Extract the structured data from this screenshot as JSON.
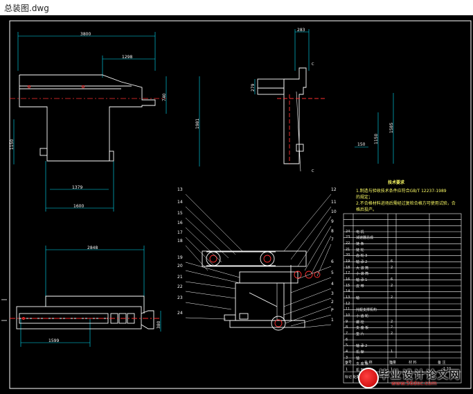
{
  "window": {
    "title": "总装图.dwg"
  },
  "dimensions": {
    "top_view_width": "3800",
    "top_view_inner": "1298",
    "top_view_h1": "740",
    "top_view_h2": "1981",
    "top_view_h3": "1150",
    "top_view_base1": "1379",
    "top_view_base2": "1600",
    "side_view_w": "283",
    "side_view_h1": "279",
    "side_view_h2": "1150",
    "side_view_h3": "1585",
    "side_view_small": "150",
    "bottom_view_w": "2848",
    "bottom_view_base": "1599",
    "bottom_view_h": "380"
  },
  "section_marks": [
    "C",
    "C"
  ],
  "tech_req": {
    "title": "技术要求",
    "line1": "1.制造与验收技术条件应符合GB/T 12237-1989",
    "line1b": "的规定；",
    "line2": "2.不合格材料进场后需经过复检合格方可使用试验，合",
    "line2b": "格后投产。"
  },
  "callouts_left": [
    "13",
    "14",
    "15",
    "16",
    "17",
    "18",
    "19",
    "20",
    "21",
    "22",
    "23",
    "24"
  ],
  "callouts_right": [
    "12",
    "11",
    "10",
    "9",
    "8",
    "7",
    "6",
    "5",
    "4",
    "3",
    "2",
    "P",
    "1"
  ],
  "parts_rows": [
    {
      "no": "24",
      "name": "电  机",
      "qty": ""
    },
    {
      "no": "23",
      "name": "减速器总成",
      "qty": ""
    },
    {
      "no": "22",
      "name": "链  条",
      "qty": ""
    },
    {
      "no": "21",
      "name": "链  轮",
      "qty": ""
    },
    {
      "no": "20",
      "name": "齿  轮  3",
      "qty": ""
    },
    {
      "no": "19",
      "name": "轴  承  2",
      "qty": "6"
    },
    {
      "no": "18",
      "name": "大  滚  筒",
      "qty": "2"
    },
    {
      "no": "17",
      "name": "小  滚  筒",
      "qty": ""
    },
    {
      "no": "16",
      "name": "轴  承  1",
      "qty": "6"
    },
    {
      "no": "15",
      "name": "皮  带",
      "qty": "2"
    },
    {
      "no": "14",
      "name": "",
      "qty": ""
    },
    {
      "no": "13",
      "name": "轴",
      "qty": "2"
    },
    {
      "no": "12",
      "name": "",
      "qty": ""
    },
    {
      "no": "11",
      "name": "托辊支撑机构",
      "qty": ""
    },
    {
      "no": "10",
      "name": "小  齿  轮",
      "qty": ""
    },
    {
      "no": "9",
      "name": "螺  栓",
      "qty": "2"
    },
    {
      "no": "8",
      "name": "支  座  板",
      "qty": "2"
    },
    {
      "no": "7",
      "name": "垫  片",
      "qty": "2"
    },
    {
      "no": "6",
      "name": "",
      "qty": ""
    },
    {
      "no": "5",
      "name": "轴  承  2",
      "qty": ""
    },
    {
      "no": "4",
      "name": "机  架",
      "qty": "1"
    },
    {
      "no": "3",
      "name": "轴",
      "qty": ""
    },
    {
      "no": "2",
      "name": "支  座  板",
      "qty": "2"
    },
    {
      "no": "1",
      "name": "机  架",
      "qty": "1"
    }
  ],
  "table_header": {
    "no": "序号",
    "name": "名  称",
    "qty": "数量",
    "mat": "材  料",
    "note": "备  注"
  },
  "title_block": {
    "scale": "1:10",
    "left": "标记 处数"
  },
  "watermark": {
    "main": "毕业设计论文网",
    "sub": "www.56doc.com"
  },
  "colors": {
    "line": "#ffffff",
    "dim": "#00e5ff",
    "center": "#ff3030",
    "callout": "#ffffff",
    "note": "#ffff66"
  }
}
